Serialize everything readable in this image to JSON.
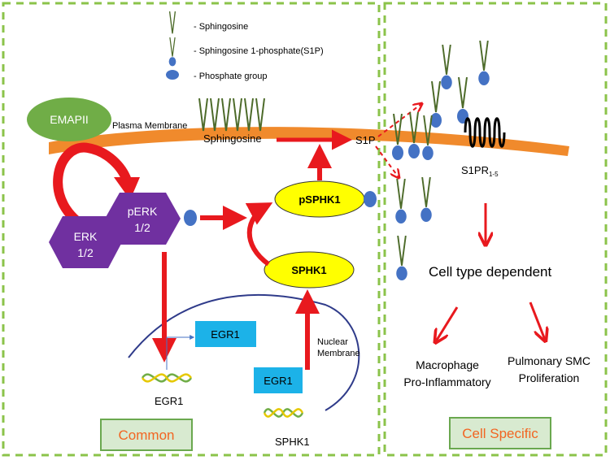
{
  "legend": {
    "sphingosine": "- Sphingosine",
    "s1p": "- Sphingosine 1-phosphate(S1P)",
    "phosphate": "- Phosphate group"
  },
  "labels": {
    "emapii": "EMAPII",
    "plasma_membrane": "Plasma Membrane",
    "sphingosine": "Sphingosine",
    "s1p": "S1P",
    "s1pr_main": "S1PR",
    "s1pr_sub": "1-5",
    "perk_line1": "pERK",
    "perk_line2": "1/2",
    "erk_line1": "ERK",
    "erk_line2": "1/2",
    "psphk1": "pSPHK1",
    "sphk1": "SPHK1",
    "egr1_box_top": "EGR1",
    "egr1_box_bottom": "EGR1",
    "egr1_gene": "EGR1",
    "sphk1_gene": "SPHK1",
    "nuclear_line1": "Nuclear",
    "nuclear_line2": "Membrane",
    "cell_type_dependent": "Cell type dependent",
    "macrophage_line1": "Macrophage",
    "macrophage_line2": "Pro-Inflammatory",
    "pulmonary_line1": "Pulmonary SMC",
    "pulmonary_line2": "Proliferation",
    "common": "Common",
    "cell_specific": "Cell Specific"
  },
  "colors": {
    "membrane": "#f08a2c",
    "arrow": "#e8191e",
    "erk": "#7030a0",
    "sphk": "#ffff00",
    "phosphate": "#4472c4",
    "egr_box": "#1cb2e8",
    "badge_fill": "#d8ead0",
    "badge_border": "#6aa84f",
    "badge_text": "#f26522",
    "dash_border": "#8bc34a",
    "emapii": "#70ad47",
    "lipid": "#4d6b2a"
  }
}
